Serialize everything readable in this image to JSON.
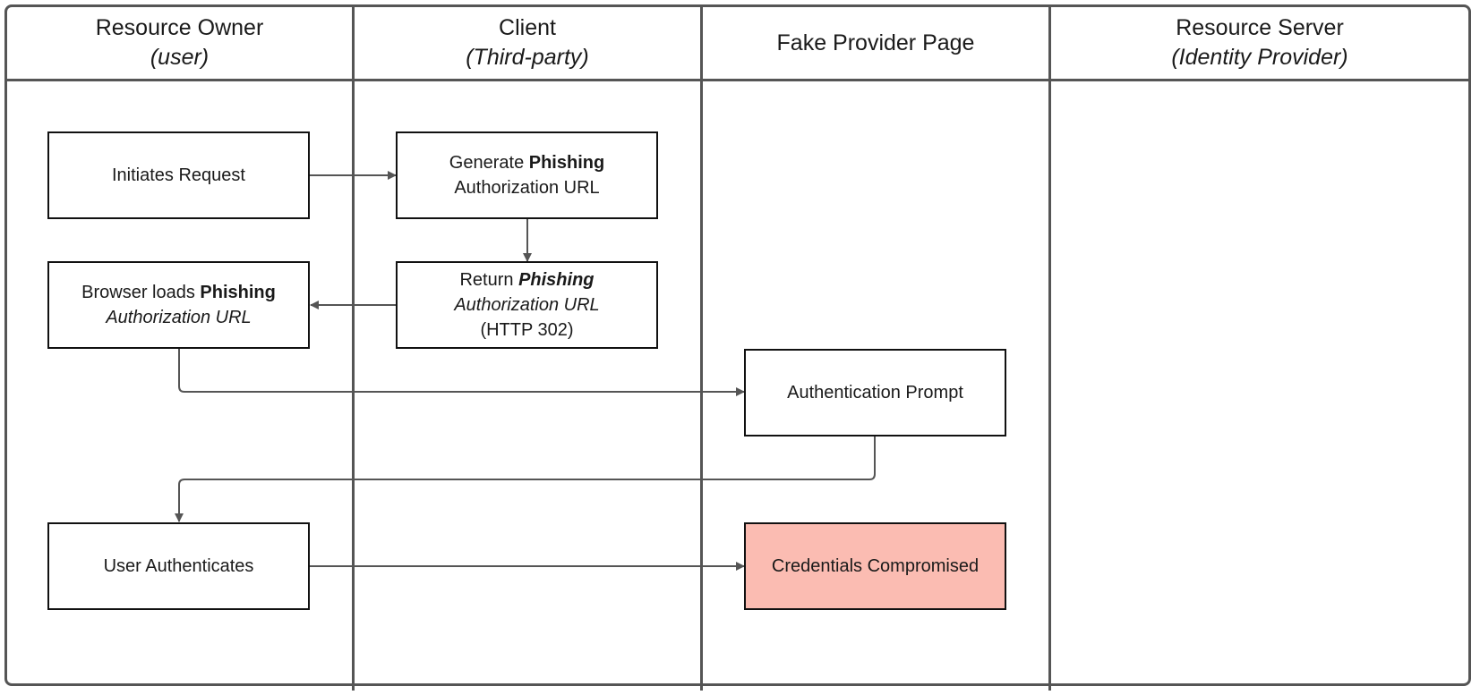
{
  "lanes": [
    {
      "title": "Resource Owner",
      "subtitle": "(user)"
    },
    {
      "title": "Client",
      "subtitle": "(Third-party)"
    },
    {
      "title": "Fake Provider Page",
      "subtitle": ""
    },
    {
      "title": "Resource Server",
      "subtitle": "(Identity Provider)"
    }
  ],
  "nodes": {
    "initiates_request": {
      "text": "Initiates Request"
    },
    "generate_url": {
      "pre": "Generate ",
      "bold": "Phishing",
      "line2": "Authorization URL"
    },
    "return_url": {
      "pre": "Return ",
      "bold_italic": "Phishing",
      "line2": "Authorization URL",
      "line3": "(HTTP 302)"
    },
    "browser_loads": {
      "pre": "Browser loads ",
      "bold": "Phishing",
      "line2": "Authorization URL"
    },
    "auth_prompt": {
      "text": "Authentication Prompt"
    },
    "user_authenticates": {
      "text": "User Authenticates"
    },
    "credentials_compromised": {
      "text": "Credentials Compromised"
    }
  },
  "colors": {
    "lines": "#555555",
    "box_border": "#111111",
    "compromised_fill": "#fbbcb2"
  }
}
